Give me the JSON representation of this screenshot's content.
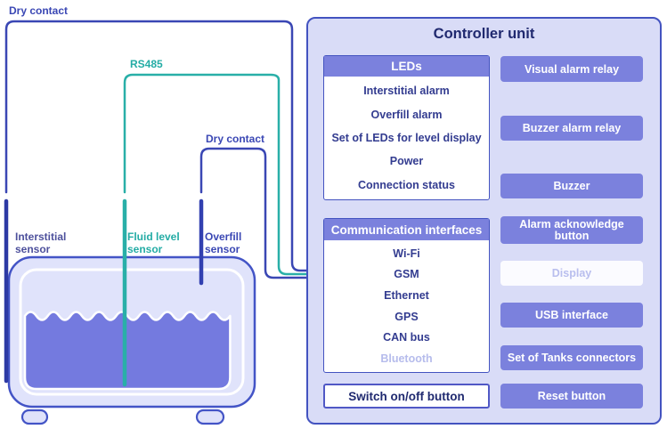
{
  "labels": {
    "dry_contact_top": "Dry contact",
    "rs485": "RS485",
    "dry_contact_mid": "Dry contact",
    "interstitial_sensor": "Interstitial sensor",
    "fluid_level_sensor": "Fluid level sensor",
    "overfill_sensor": "Overfill sensor"
  },
  "controller": {
    "title": "Controller unit",
    "leds": {
      "header": "LEDs",
      "items": [
        "Interstitial alarm",
        "Overfill alarm",
        "Set of LEDs for level display",
        "Power",
        "Connection status"
      ]
    },
    "comm": {
      "header": "Communication interfaces",
      "items": [
        "Wi-Fi",
        "GSM",
        "Ethernet",
        "GPS",
        "CAN bus",
        "Bluetooth"
      ]
    },
    "switch_button": "Switch on/off button",
    "right_buttons": [
      "Visual alarm relay",
      "Buzzer alarm relay",
      "Buzzer",
      "Alarm acknowledge button",
      "Display",
      "USB interface",
      "Set of Tanks connectors",
      "Reset button"
    ]
  },
  "colors": {
    "accent_purple": "#7b81dd",
    "panel_bg": "#d9dcf7",
    "panel_border": "#4353c0",
    "wire_navy": "#3a47b4",
    "wire_teal": "#29afa8",
    "liquid_purple": "#747adf",
    "tank_fill": "#e0e3fb",
    "tank_border": "#4354c6",
    "navy_text": "#2e388f",
    "disabled_text": "#b6bcec"
  }
}
